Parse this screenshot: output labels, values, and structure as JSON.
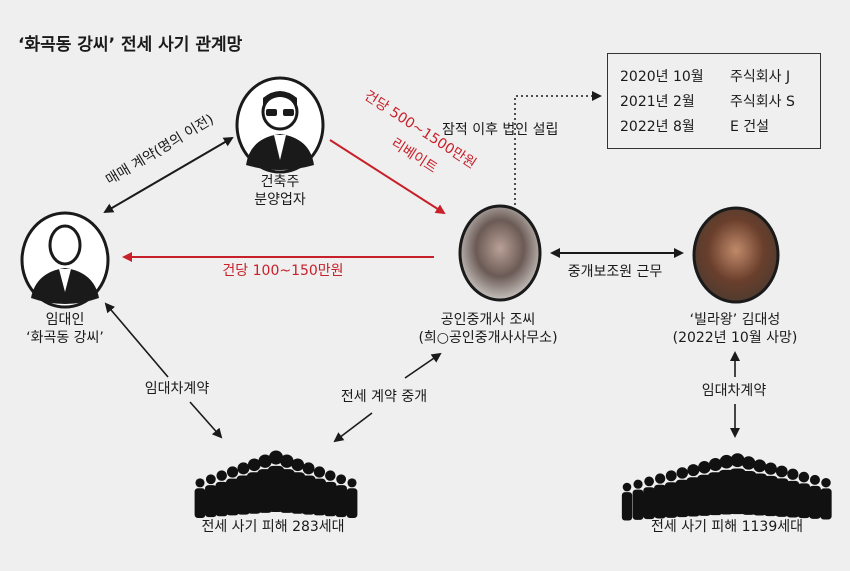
{
  "title": "‘화곡동 강씨’ 전세 사기 관계망",
  "colors": {
    "accent_red": "#c8202a",
    "ink": "#1a1a1a",
    "background": "#efefef"
  },
  "nodes": {
    "builder": {
      "icon": "businessman-glasses-icon",
      "line1": "건축주",
      "line2": "분양업자"
    },
    "landlord": {
      "icon": "businessman-icon",
      "line1": "임대인",
      "line2": "‘화곡동 강씨’"
    },
    "agent": {
      "icon": "blurred-photo",
      "line1": "공인중개사 조씨",
      "line2": "(희○공인중개사사무소)"
    },
    "kim": {
      "icon": "blurred-photo",
      "line1": "‘빌라왕’ 김대성",
      "line2": "(2022년 10월 사망)"
    }
  },
  "companies": [
    {
      "date": "2020년 10월",
      "name": "주식회사 J"
    },
    {
      "date": "2021년 2월",
      "name": "주식회사 S"
    },
    {
      "date": "2022년 8월",
      "name": "E 건설"
    }
  ],
  "edges": {
    "sale": "매매 계약(명의 이전)",
    "rebate_amount": "건당 500~1500만원",
    "rebate_label": "리베이트",
    "fee": "건당 100~150만원",
    "incorporation": "잠적 이후 법인 설립",
    "assistant": "중개보조원 근무",
    "lease_left": "임대차계약",
    "brokerage": "전세 계약 중개",
    "lease_right": "임대차계약"
  },
  "victims": {
    "left": "전세 사기 피해 283세대",
    "right": "전세 사기 피해 1139세대"
  }
}
